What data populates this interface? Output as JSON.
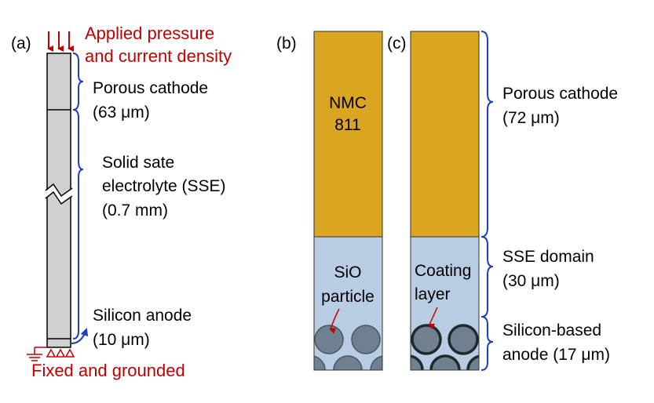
{
  "panels": {
    "a": "(a)",
    "b": "(b)",
    "c": "(c)"
  },
  "panel_a": {
    "applied_line1": "Applied pressure",
    "applied_line2": "and current density",
    "cathode_name": "Porous cathode",
    "cathode_size": "(63 μm)",
    "sse_line1": "Solid sate",
    "sse_line2": "electrolyte (SSE)",
    "sse_line3": "(0.7 mm)",
    "anode_name": "Silicon anode",
    "anode_size": "(10 μm)",
    "fixed": "Fixed and grounded"
  },
  "panel_b": {
    "nmc_line1": "NMC",
    "nmc_line2": "811",
    "sio_line1": "SiO",
    "sio_line2": "particle"
  },
  "panel_c": {
    "coating_line1": "Coating",
    "coating_line2": "layer"
  },
  "right_labels": {
    "cathode_name": "Porous cathode",
    "cathode_size": "(72 μm)",
    "sse_name": "SSE domain",
    "sse_size": "(30 μm)",
    "anode_name": "Silicon-based",
    "anode_size": "anode (17 μm)"
  },
  "colors": {
    "cathode": "#daa520",
    "sse": "#b8cce4",
    "particle": "#708090",
    "coating": "#1f2a2a",
    "cell_gray": "#d0d0d0",
    "annotation_red": "#c00000",
    "brace_blue": "#1f3fbf"
  }
}
